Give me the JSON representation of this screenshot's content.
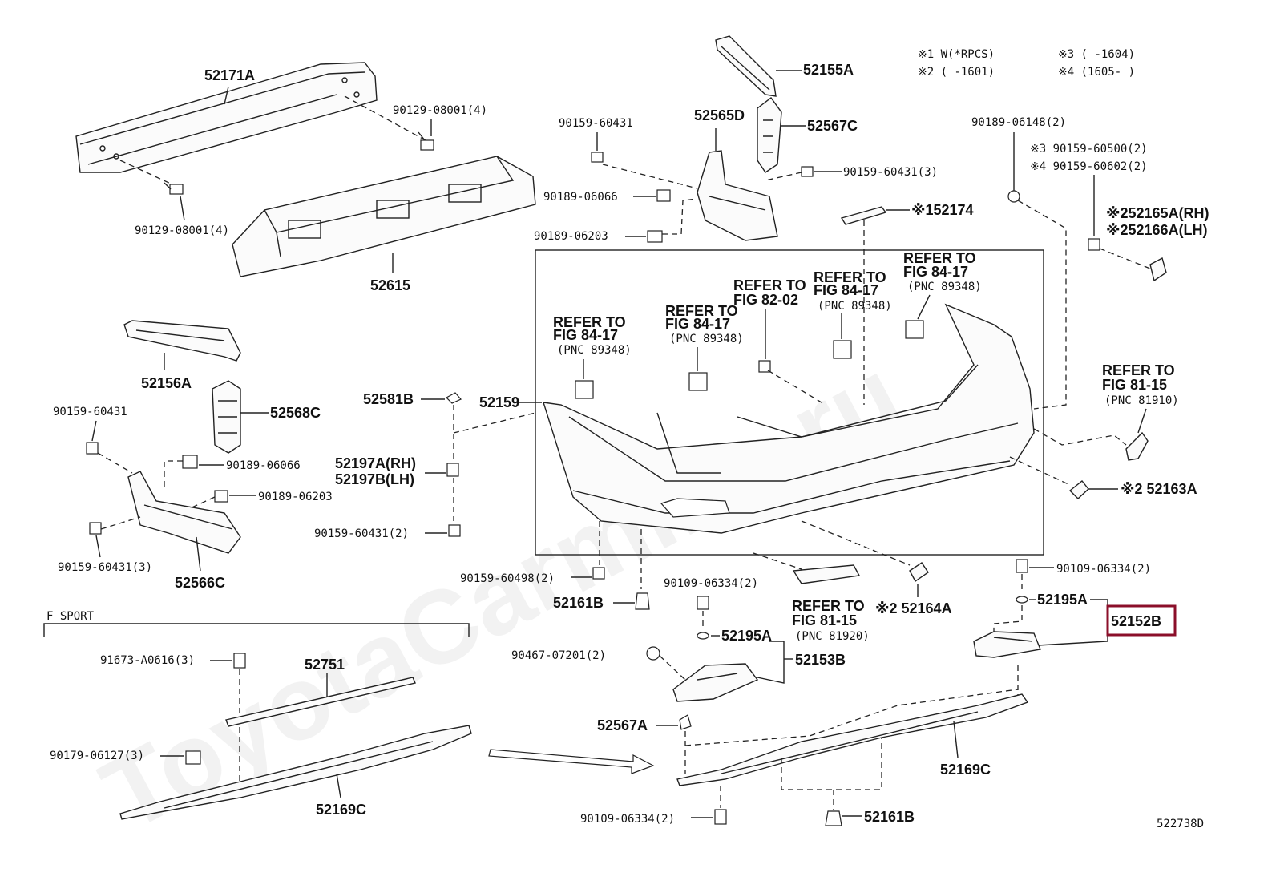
{
  "diagram": {
    "watermark": "ToyotaCarmine.ru",
    "figure_number": "522738D",
    "legend": {
      "note1": "※1 W(*RPCS)",
      "note2": "※2 (     -1601)",
      "note3": "※3 (     -1604)",
      "note4": "※4 (1605-     )"
    },
    "highlight_color": "#8b0f2a",
    "section_title": "F SPORT",
    "labels": {
      "l52171A": "52171A",
      "l90129a": "90129-08001(4)",
      "l90129b": "90129-08001(4)",
      "l52615": "52615",
      "l52155A": "52155A",
      "l52565D": "52565D",
      "l52567C": "52567C",
      "l90159_60431_top": "90159-60431",
      "l90159_60431_3": "90159-60431(3)",
      "l90189_06066_top": "90189-06066",
      "l90189_06203_top": "90189-06203",
      "l52174": "※152174",
      "l90189_06148": "90189-06148(2)",
      "l90159_60500": "※3  90159-60500(2)",
      "l90159_60602": "※4  90159-60602(2)",
      "l52165A": "※252165A(RH)",
      "l52166A": "※252166A(LH)",
      "ref1_a": "REFER TO",
      "ref1_b": "FIG 84-17",
      "ref1_c": "(PNC 89348)",
      "ref2_a": "REFER TO",
      "ref2_b": "FIG 84-17",
      "ref2_c": "(PNC 89348)",
      "ref3_a": "REFER TO",
      "ref3_b": "FIG 82-02",
      "ref4_a": "REFER TO",
      "ref4_b": "FIG 84-17",
      "ref4_c": "(PNC 89348)",
      "ref5_a": "REFER TO",
      "ref5_b": "FIG 84-17",
      "ref5_c": "(PNC 89348)",
      "ref6_a": "REFER TO",
      "ref6_b": "FIG 81-15",
      "ref6_c": "(PNC 81910)",
      "ref7_a": "REFER TO",
      "ref7_b": "FIG 81-15",
      "ref7_c": "(PNC 81920)",
      "l52156A": "52156A",
      "l52568C": "52568C",
      "l90159_60431_left": "90159-60431",
      "l90189_06066_left": "90189-06066",
      "l90189_06203_left": "90189-06203",
      "l90159_60431_3_left": "90159-60431(3)",
      "l52566C": "52566C",
      "l52581B": "52581B",
      "l52159": "52159",
      "l52197A": "52197A(RH)",
      "l52197B": "52197B(LH)",
      "l90159_60431_2": "90159-60431(2)",
      "l90159_60498": "90159-60498(2)",
      "l52161B_a": "52161B",
      "l90109_06334_a": "90109-06334(2)",
      "l52195A_a": "52195A",
      "l90467": "90467-07201(2)",
      "l52153B": "52153B",
      "l52164A": "※2 52164A",
      "l52163A": "※2  52163A",
      "l90109_06334_b": "90109-06334(2)",
      "l52195A_b": "52195A",
      "l52152B": "52152B",
      "l91673": "91673-A0616(3)",
      "l52751": "52751",
      "l90179": "90179-06127(3)",
      "l52169C_a": "52169C",
      "l52567A": "52567A",
      "l52169C_b": "52169C",
      "l90109_06334_c": "90109-06334(2)",
      "l52161B_b": "52161B"
    }
  }
}
